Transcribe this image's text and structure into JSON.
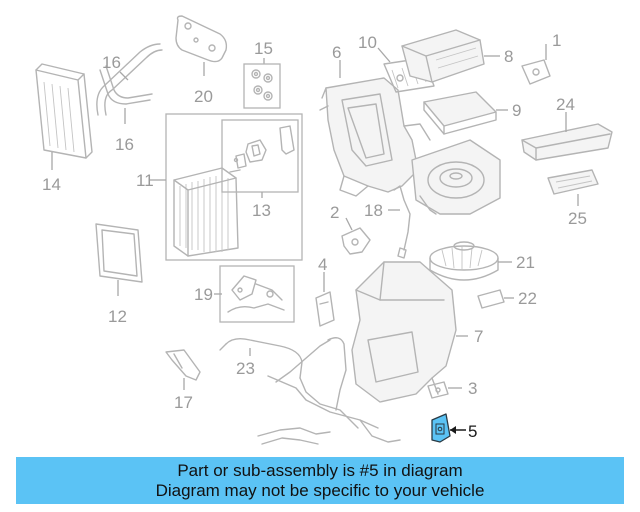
{
  "diagram": {
    "callouts": {
      "c1": "1",
      "c2": "2",
      "c3": "3",
      "c4": "4",
      "c5": "5",
      "c6": "6",
      "c7": "7",
      "c8": "8",
      "c9": "9",
      "c10": "10",
      "c11": "11",
      "c12": "12",
      "c13": "13",
      "c14": "14",
      "c15": "15",
      "c16a": "16",
      "c16b": "16",
      "c17": "17",
      "c18": "18",
      "c19": "19",
      "c20": "20",
      "c21": "21",
      "c22": "22",
      "c23": "23",
      "c24": "24",
      "c25": "25"
    },
    "highlight_color": "#5bc3f5",
    "highlighted_part": "5"
  },
  "banner": {
    "line1": "Part or sub-assembly is #5 in diagram",
    "line2": "Diagram may not be specific to your vehicle",
    "background": "#5bc3f5"
  }
}
